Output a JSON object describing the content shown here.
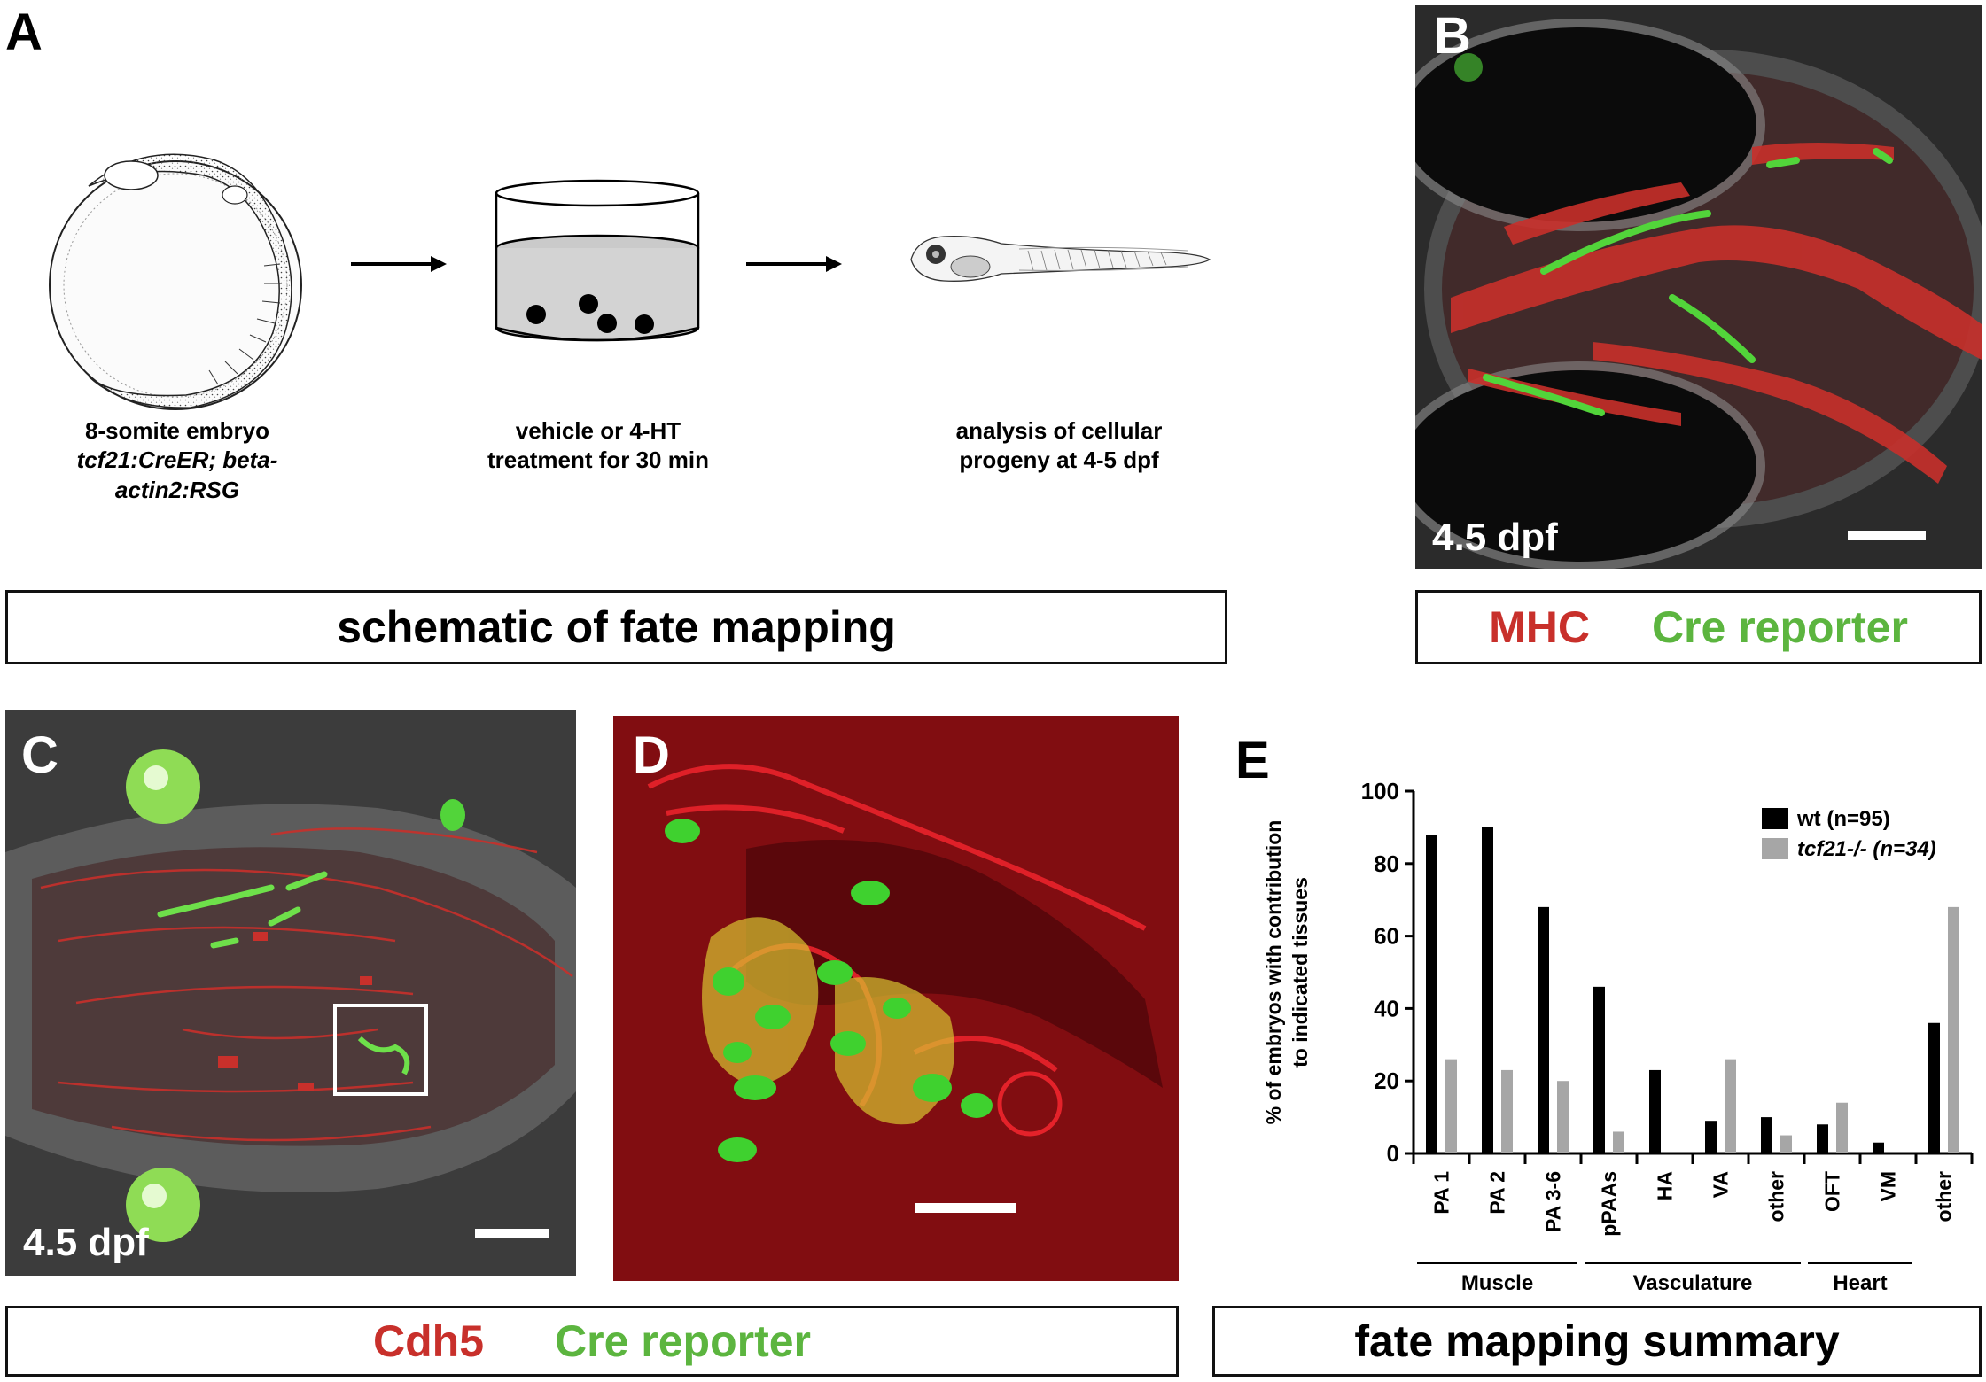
{
  "panels": {
    "a": {
      "letter": "A",
      "step1_line1": "8-somite embryo",
      "step1_line2": "tcf21:CreER; beta-actin2:RSG",
      "step2_line1": "vehicle or 4-HT",
      "step2_line2": "treatment for 30 min",
      "step3_line1": "analysis of cellular",
      "step3_line2": "progeny at 4-5 dpf",
      "label": "schematic of fate mapping"
    },
    "b": {
      "letter": "B",
      "age": "4.5 dpf",
      "label_red": "MHC",
      "label_green": "Cre reporter"
    },
    "c": {
      "letter": "C",
      "age": "4.5 dpf",
      "label_red": "Cdh5",
      "label_green": "Cre reporter"
    },
    "d": {
      "letter": "D"
    },
    "e": {
      "letter": "E",
      "label": "fate mapping summary"
    }
  },
  "chart_data": {
    "type": "bar",
    "ylabel_line1": "% of embryos with contribution",
    "ylabel_line2": "to indicated tissues",
    "ylim": [
      0,
      100
    ],
    "yticks": [
      0,
      20,
      40,
      60,
      80,
      100
    ],
    "categories": [
      "PA 1",
      "PA 2",
      "PA 3-6",
      "pPAAs",
      "HA",
      "VA",
      "other",
      "OFT",
      "VM",
      "other"
    ],
    "groups": [
      {
        "name": "Muscle",
        "start": 0,
        "end": 2
      },
      {
        "name": "Vasculature",
        "start": 3,
        "end": 6
      },
      {
        "name": "Heart",
        "start": 7,
        "end": 8
      }
    ],
    "series": [
      {
        "name": "wt (n=95)",
        "color": "#000000",
        "values": [
          88,
          90,
          68,
          46,
          23,
          9,
          10,
          8,
          3,
          36
        ]
      },
      {
        "name": "tcf21-/- (n=34)",
        "color": "#a6a6a6",
        "values": [
          26,
          23,
          20,
          6,
          0,
          26,
          5,
          14,
          0,
          68
        ]
      }
    ],
    "legend": "top-right",
    "grid": false
  },
  "colors": {
    "red_label": "#c8302b",
    "green_label": "#5cb53f"
  }
}
